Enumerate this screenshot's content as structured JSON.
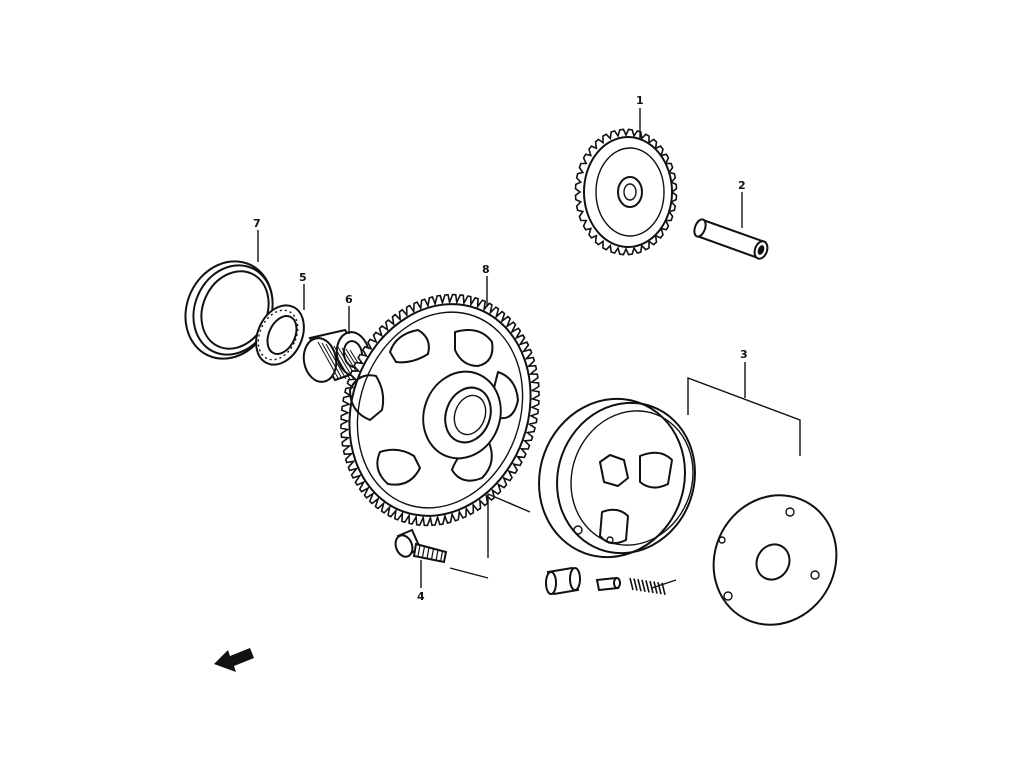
{
  "parts": [
    {
      "callout": "1",
      "name": "gear"
    },
    {
      "callout": "2",
      "name": "shaft"
    },
    {
      "callout": "3",
      "name": "clutch-assembly"
    },
    {
      "callout": "4",
      "name": "bolt"
    },
    {
      "callout": "5",
      "name": "washer"
    },
    {
      "callout": "6",
      "name": "needle-bearing"
    },
    {
      "callout": "7",
      "name": "ring"
    },
    {
      "callout": "8",
      "name": "driven-gear"
    }
  ],
  "icons": {
    "direction": "arrow-icon"
  },
  "colors": {
    "line": "#111111",
    "background": "#ffffff"
  }
}
